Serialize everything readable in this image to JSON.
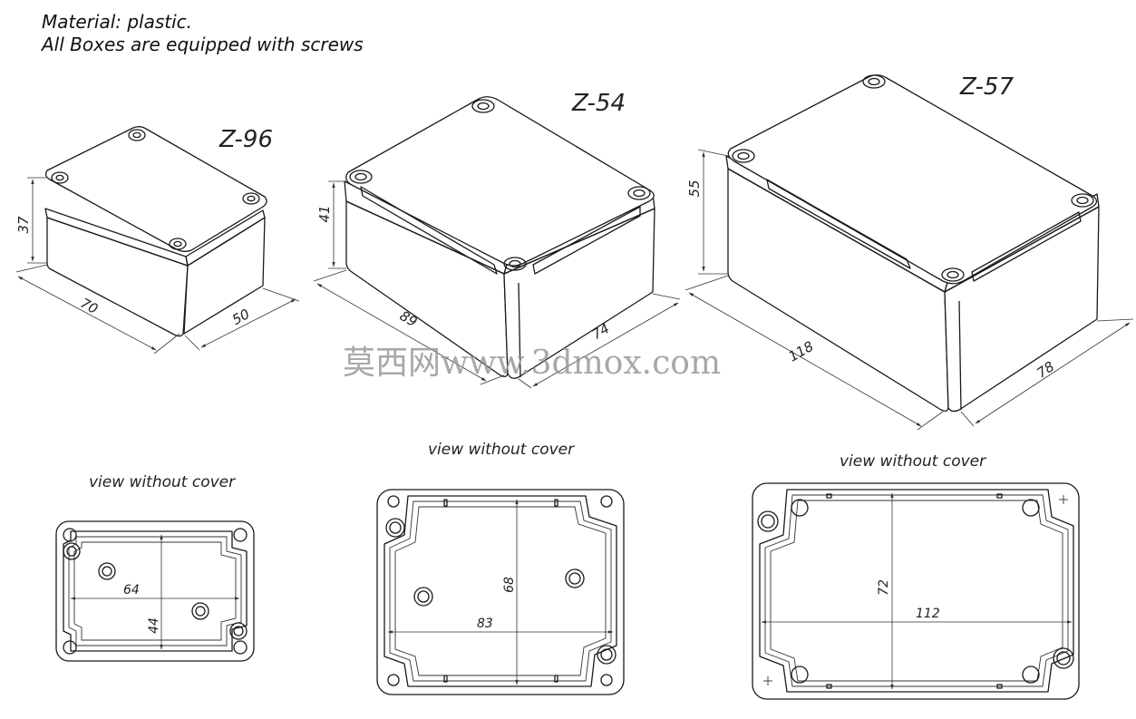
{
  "notes": {
    "material": "Material: plastic.",
    "screws": "All Boxes are equipped with screws"
  },
  "watermark": "莫西网www.3dmox.com",
  "boxes": [
    {
      "model": "Z-96",
      "dimensions": {
        "length": "70",
        "width": "50",
        "height": "37"
      },
      "plan_view": {
        "caption": "view without cover",
        "inner_length": "64",
        "inner_width": "44"
      }
    },
    {
      "model": "Z-54",
      "dimensions": {
        "length": "89",
        "width": "74",
        "height": "41"
      },
      "plan_view": {
        "caption": "view without cover",
        "inner_length": "83",
        "inner_width": "68"
      }
    },
    {
      "model": "Z-57",
      "dimensions": {
        "length": "118",
        "width": "78",
        "height": "55"
      },
      "plan_view": {
        "caption": "view without cover",
        "inner_length": "112",
        "inner_width": "72"
      }
    }
  ],
  "colors": {
    "line": "#1a1a1a",
    "background": "#ffffff",
    "watermark": "#9a9a9a"
  }
}
